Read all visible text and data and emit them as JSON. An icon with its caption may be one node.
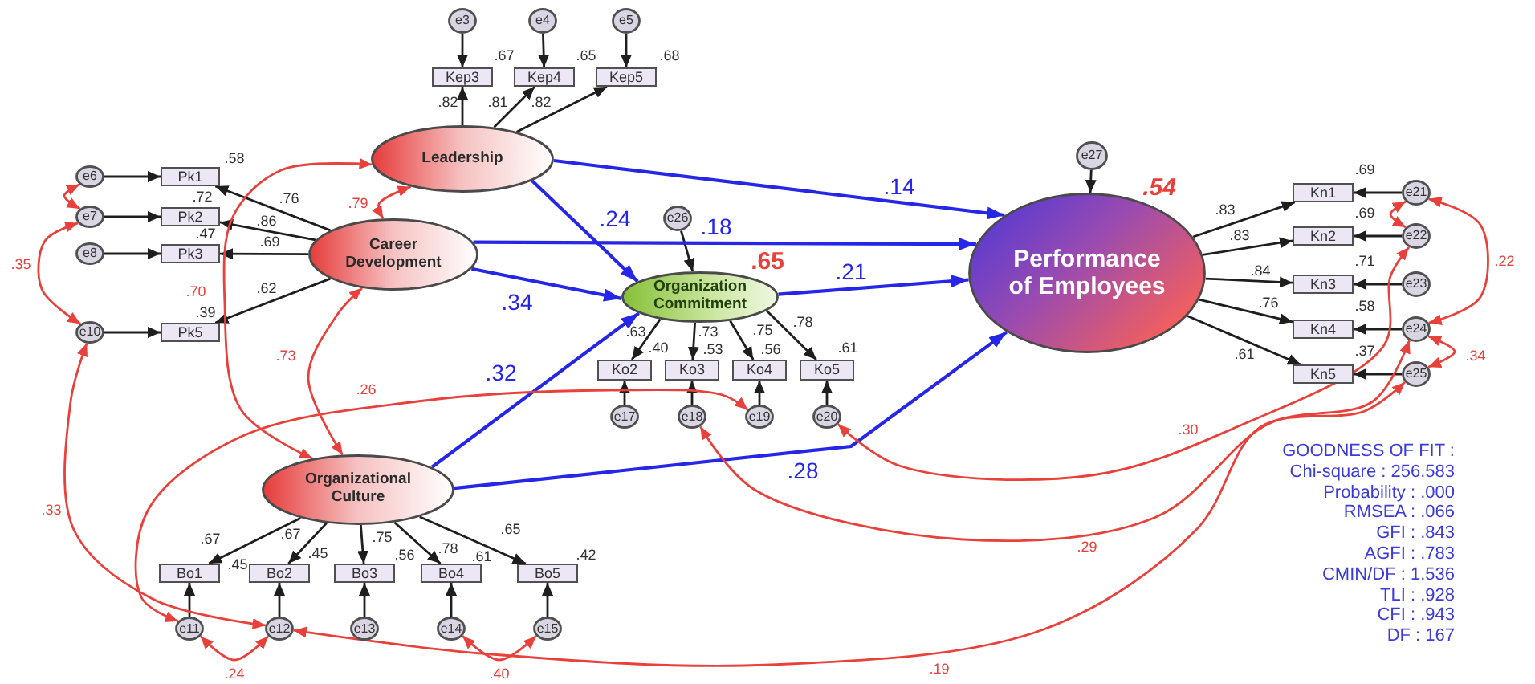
{
  "diagram": {
    "nodes": [
      {
        "text": [
          "Leadership"
        ]
      },
      {
        "text": [
          "Career Development"
        ]
      },
      {
        "text": [
          "Organizational Culture"
        ]
      },
      {
        "text": [
          "Organization Commitment"
        ],
        "beside": [
          ".65"
        ]
      },
      {
        "text": [
          "Performance of Employees"
        ],
        "beside": [
          ".54"
        ]
      },
      {
        "text": [
          "Kep3"
        ],
        "beside": [
          ".67"
        ]
      },
      {
        "text": [
          "Kep4"
        ],
        "beside": [
          ".65"
        ]
      },
      {
        "text": [
          "Kep5"
        ],
        "beside": [
          ".68"
        ]
      },
      {
        "text": [
          "e3"
        ]
      },
      {
        "text": [
          "e4"
        ]
      },
      {
        "text": [
          "e5"
        ]
      },
      {
        "text": [
          "Pk1"
        ],
        "beside": [
          ".58"
        ]
      },
      {
        "text": [
          "Pk2"
        ],
        "beside": [
          ".72"
        ]
      },
      {
        "text": [
          "Pk3"
        ],
        "beside": [
          ".47"
        ]
      },
      {
        "text": [
          "Pk5"
        ],
        "beside": [
          ".39"
        ]
      },
      {
        "text": [
          "e6"
        ]
      },
      {
        "text": [
          "e7"
        ]
      },
      {
        "text": [
          "e8"
        ]
      },
      {
        "text": [
          "e10"
        ]
      },
      {
        "text": [
          "Bo1"
        ],
        "beside": [
          ".45"
        ]
      },
      {
        "text": [
          "Bo2"
        ],
        "beside": [
          ".45"
        ]
      },
      {
        "text": [
          "Bo3"
        ],
        "beside": [
          ".56"
        ]
      },
      {
        "text": [
          "Bo4"
        ],
        "beside": [
          ".61"
        ]
      },
      {
        "text": [
          "Bo5"
        ],
        "beside": [
          ".42"
        ]
      },
      {
        "text": [
          "e11"
        ]
      },
      {
        "text": [
          "e12"
        ]
      },
      {
        "text": [
          "e13"
        ]
      },
      {
        "text": [
          "e14"
        ]
      },
      {
        "text": [
          "e15"
        ]
      },
      {
        "text": [
          "Ko2"
        ],
        "beside": [
          ".40"
        ]
      },
      {
        "text": [
          "Ko3"
        ],
        "beside": [
          ".53"
        ]
      },
      {
        "text": [
          "Ko4"
        ],
        "beside": [
          ".56"
        ]
      },
      {
        "text": [
          "Ko5"
        ],
        "beside": [
          ".61"
        ]
      },
      {
        "text": [
          "e17"
        ]
      },
      {
        "text": [
          "e18"
        ]
      },
      {
        "text": [
          "e19"
        ]
      },
      {
        "text": [
          "e20"
        ]
      },
      {
        "text": [
          "e26"
        ]
      },
      {
        "text": [
          "e27"
        ]
      },
      {
        "text": [
          "Kn1"
        ],
        "beside": [
          ".69"
        ]
      },
      {
        "text": [
          "Kn2"
        ],
        "beside": [
          ".69"
        ]
      },
      {
        "text": [
          "Kn3"
        ],
        "beside": [
          ".71"
        ]
      },
      {
        "text": [
          "Kn4"
        ],
        "beside": [
          ".58"
        ]
      },
      {
        "text": [
          "Kn5"
        ],
        "beside": [
          ".37"
        ]
      },
      {
        "text": [
          "e21"
        ]
      },
      {
        "text": [
          "e22"
        ]
      },
      {
        "text": [
          "e23"
        ]
      },
      {
        "text": [
          "e24"
        ]
      },
      {
        "text": [
          "e25"
        ]
      }
    ],
    "edges": [
      {
        "from": 0,
        "to": 5,
        "arrow": "to",
        "label": ".82"
      },
      {
        "from": 0,
        "to": 6,
        "arrow": "to",
        "label": ".81"
      },
      {
        "from": 0,
        "to": 7,
        "arrow": "to",
        "label": ".82"
      },
      {
        "from": 8,
        "to": 5,
        "arrow": "to"
      },
      {
        "from": 9,
        "to": 6,
        "arrow": "to"
      },
      {
        "from": 10,
        "to": 7,
        "arrow": "to"
      },
      {
        "from": 1,
        "to": 11,
        "arrow": "to",
        "label": ".76"
      },
      {
        "from": 1,
        "to": 12,
        "arrow": "to",
        "label": ".86"
      },
      {
        "from": 1,
        "to": 13,
        "arrow": "to",
        "label": ".69"
      },
      {
        "from": 1,
        "to": 14,
        "arrow": "to",
        "label": ".62"
      },
      {
        "from": 15,
        "to": 11,
        "arrow": "to"
      },
      {
        "from": 16,
        "to": 12,
        "arrow": "to"
      },
      {
        "from": 17,
        "to": 13,
        "arrow": "to"
      },
      {
        "from": 18,
        "to": 14,
        "arrow": "to"
      },
      {
        "from": 2,
        "to": 19,
        "arrow": "to",
        "label": ".67"
      },
      {
        "from": 2,
        "to": 20,
        "arrow": "to",
        "label": ".67"
      },
      {
        "from": 2,
        "to": 21,
        "arrow": "to",
        "label": ".75"
      },
      {
        "from": 2,
        "to": 22,
        "arrow": "to",
        "label": ".78"
      },
      {
        "from": 2,
        "to": 23,
        "arrow": "to",
        "label": ".65"
      },
      {
        "from": 24,
        "to": 19,
        "arrow": "to"
      },
      {
        "from": 25,
        "to": 20,
        "arrow": "to"
      },
      {
        "from": 26,
        "to": 21,
        "arrow": "to"
      },
      {
        "from": 27,
        "to": 22,
        "arrow": "to"
      },
      {
        "from": 28,
        "to": 23,
        "arrow": "to"
      },
      {
        "from": 3,
        "to": 29,
        "arrow": "to",
        "label": ".63"
      },
      {
        "from": 3,
        "to": 30,
        "arrow": "to",
        "label": ".73"
      },
      {
        "from": 3,
        "to": 31,
        "arrow": "to",
        "label": ".75"
      },
      {
        "from": 3,
        "to": 32,
        "arrow": "to",
        "label": ".78"
      },
      {
        "from": 33,
        "to": 29,
        "arrow": "to"
      },
      {
        "from": 34,
        "to": 30,
        "arrow": "to"
      },
      {
        "from": 35,
        "to": 31,
        "arrow": "to"
      },
      {
        "from": 36,
        "to": 32,
        "arrow": "to"
      },
      {
        "from": 37,
        "to": 3,
        "arrow": "to"
      },
      {
        "from": 38,
        "to": 4,
        "arrow": "to"
      },
      {
        "from": 4,
        "to": 39,
        "arrow": "to",
        "label": ".83"
      },
      {
        "from": 4,
        "to": 40,
        "arrow": "to",
        "label": ".83"
      },
      {
        "from": 4,
        "to": 41,
        "arrow": "to",
        "label": ".84"
      },
      {
        "from": 4,
        "to": 42,
        "arrow": "to",
        "label": ".76"
      },
      {
        "from": 4,
        "to": 43,
        "arrow": "to",
        "label": ".61"
      },
      {
        "from": 44,
        "to": 39,
        "arrow": "to"
      },
      {
        "from": 45,
        "to": 40,
        "arrow": "to"
      },
      {
        "from": 46,
        "to": 41,
        "arrow": "to"
      },
      {
        "from": 47,
        "to": 42,
        "arrow": "to"
      },
      {
        "from": 48,
        "to": 43,
        "arrow": "to"
      },
      {
        "from": 0,
        "to": 4,
        "arrow": "to",
        "label": ".14",
        "color": "#2626e8"
      },
      {
        "from": 0,
        "to": 3,
        "arrow": "to",
        "label": ".24",
        "color": "#2626e8"
      },
      {
        "from": 1,
        "to": 4,
        "arrow": "to",
        "label": ".18",
        "color": "#2626e8"
      },
      {
        "from": 1,
        "to": 3,
        "arrow": "to",
        "label": ".34",
        "color": "#2626e8"
      },
      {
        "from": 2,
        "to": 3,
        "arrow": "to",
        "label": ".32",
        "color": "#2626e8"
      },
      {
        "from": 2,
        "to": 4,
        "arrow": "to",
        "label": ".28",
        "color": "#2626e8"
      },
      {
        "from": 3,
        "to": 4,
        "arrow": "to",
        "label": ".21",
        "color": "#2626e8"
      },
      {
        "from": 0,
        "to": 1,
        "arrow": "both",
        "label": ".79",
        "color": "#e8413c"
      },
      {
        "from": 0,
        "to": 2,
        "arrow": "both",
        "label": ".70",
        "color": "#e8413c"
      },
      {
        "from": 1,
        "to": 2,
        "arrow": "both",
        "label": ".73",
        "color": "#e8413c"
      },
      {
        "from": 15,
        "to": 16,
        "arrow": "both",
        "color": "#e8413c"
      },
      {
        "from": 16,
        "to": 18,
        "arrow": "both",
        "label": ".35",
        "color": "#e8413c"
      },
      {
        "from": 18,
        "to": 25,
        "arrow": "both",
        "label": ".33",
        "color": "#e8413c"
      },
      {
        "from": 24,
        "to": 25,
        "arrow": "both",
        "label": ".24",
        "color": "#e8413c"
      },
      {
        "from": 27,
        "to": 28,
        "arrow": "both",
        "label": ".40",
        "color": "#e8413c"
      },
      {
        "from": 24,
        "to": 35,
        "arrow": "both",
        "label": ".26",
        "color": "#e8413c"
      },
      {
        "from": 34,
        "to": 47,
        "arrow": "both",
        "label": ".29",
        "color": "#e8413c"
      },
      {
        "from": 25,
        "to": 48,
        "arrow": "both",
        "label": ".19",
        "color": "#e8413c"
      },
      {
        "from": 36,
        "to": 45,
        "arrow": "both",
        "label": ".30",
        "color": "#e8413c"
      },
      {
        "from": 44,
        "to": 45,
        "arrow": "both",
        "color": "#e8413c"
      },
      {
        "from": 44,
        "to": 47,
        "arrow": "both",
        "label": ".22",
        "color": "#e8413c"
      },
      {
        "from": 47,
        "to": 48,
        "arrow": "both",
        "label": ".34",
        "color": "#e8413c"
      }
    ],
    "labels": [
      "GOODNESS OF FIT :",
      "Chi-square : 256.583",
      "Probability : .000",
      "RMSEA : .066",
      "GFI : .843",
      "AGFI : .783",
      "CMIN/DF : 1.536",
      "TLI : .928",
      "CFI : .943",
      "DF : 167"
    ]
  }
}
